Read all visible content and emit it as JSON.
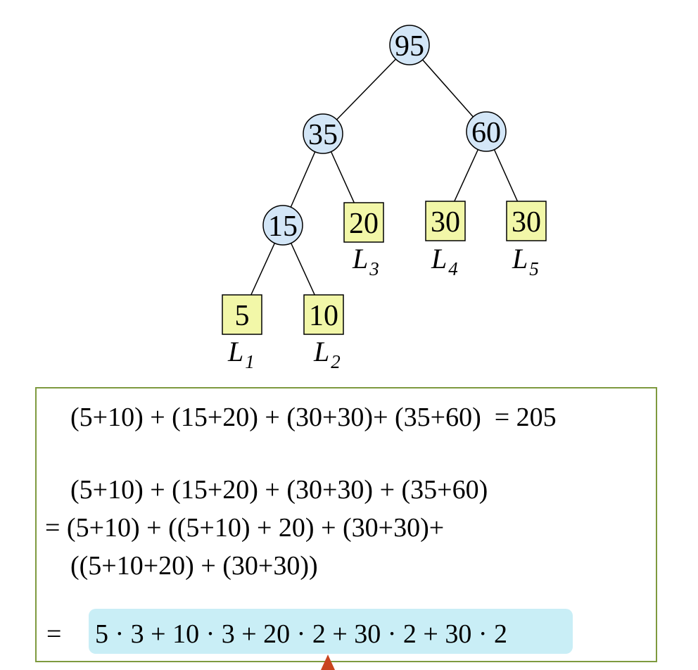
{
  "tree": {
    "internal_nodes": [
      {
        "id": "n95",
        "value": "95"
      },
      {
        "id": "n35",
        "value": "35"
      },
      {
        "id": "n60",
        "value": "60"
      },
      {
        "id": "n15",
        "value": "15"
      }
    ],
    "leaves": [
      {
        "id": "l5",
        "value": "5",
        "label": "L",
        "sub": "1"
      },
      {
        "id": "l10",
        "value": "10",
        "label": "L",
        "sub": "2"
      },
      {
        "id": "l20",
        "value": "20",
        "label": "L",
        "sub": "3"
      },
      {
        "id": "l30a",
        "value": "30",
        "label": "L",
        "sub": "4"
      },
      {
        "id": "l30b",
        "value": "30",
        "label": "L",
        "sub": "5"
      }
    ]
  },
  "formula": {
    "line1": "(5+10) + (15+20) + (30+30)+ (35+60)  = 205",
    "line2": "(5+10) + (15+20) + (30+30) + (35+60)",
    "line3": "= (5+10) + ((5+10) + 20) + (30+30)+",
    "line4": "((5+10+20) + (30+30))",
    "final_eq": "=",
    "final_expr": "5 · 3 + 10 · 3 + 20 · 2 + 30 · 2 + 30 · 2"
  },
  "colors": {
    "internal_fill": "#d3e6f7",
    "leaf_fill": "#f2f7a8",
    "box_border": "#7e9a3f",
    "highlight": "#c9eef6",
    "pointer": "#c9451f"
  }
}
